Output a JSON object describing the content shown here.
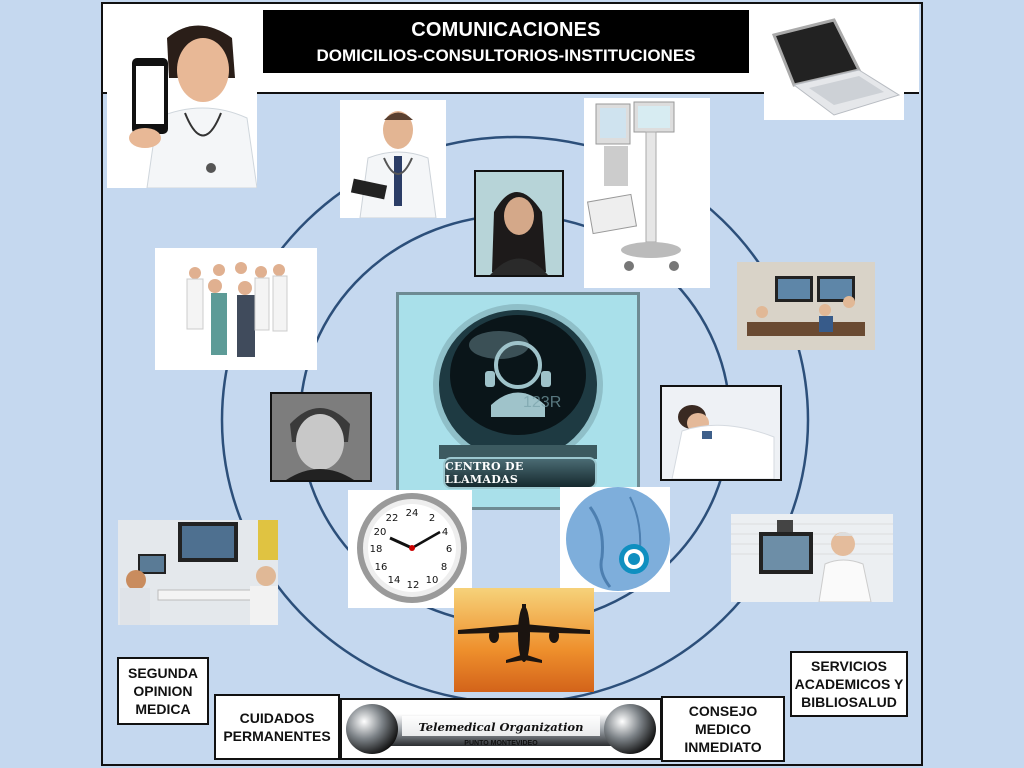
{
  "header": {
    "title": "COMUNICACIONES",
    "subtitle": "DOMICILIOS-CONSULTORIOS-INSTITUCIONES"
  },
  "center": {
    "label": "CENTRO DE LLAMADAS",
    "watermark": "123R"
  },
  "clock": {
    "numbers": [
      "24",
      "2",
      "4",
      "6",
      "8",
      "10",
      "12",
      "14",
      "16",
      "18",
      "20",
      "22"
    ]
  },
  "labels": {
    "segunda": "SEGUNDA\nOPINION\nMEDICA",
    "cuidados": "CUIDADOS\nPERMANENTES",
    "consejo": "CONSEJO\nMEDICO\nINMEDIATO",
    "servicios": "SERVICIOS\nACADEMICOS Y\nBIBLIOSALUD"
  },
  "logo": {
    "name": "Telemedical  Organization",
    "subtitle": "PUNTO MONTEVIDEO"
  },
  "colors": {
    "background": "#c5d8ef",
    "ring": "#2c4f7a",
    "center_panel": "#a9e0ea",
    "title_bg": "#000000"
  }
}
